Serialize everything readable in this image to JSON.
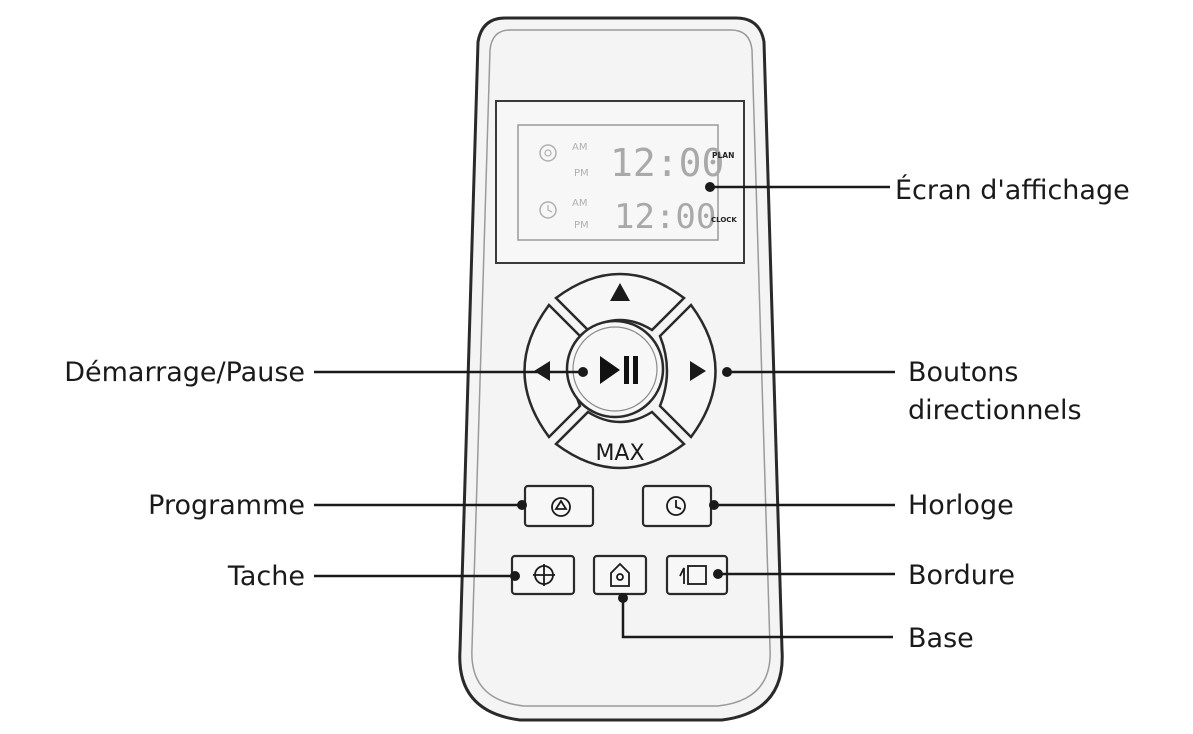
{
  "labels": {
    "display_screen": "Écran d'affichage",
    "start_pause": "Démarrage/Pause",
    "directional_line1": "Boutons",
    "directional_line2": "directionnels",
    "program": "Programme",
    "clock": "Horloge",
    "spot": "Tache",
    "edge": "Bordure",
    "base": "Base"
  },
  "lcd": {
    "plan_time": "12:00",
    "clock_time": "12:00",
    "am": "AM",
    "pm": "PM",
    "plan_tag": "PLAN",
    "clock_tag": "CLOCK"
  },
  "buttons": {
    "max_label": "MAX",
    "icons": {
      "up": "triangle-up-icon",
      "down": "max-text",
      "left": "triangle-left-icon",
      "right": "triangle-right-icon",
      "center": "play-pause-icon",
      "program": "schedule-icon",
      "clock": "clock-icon",
      "spot": "crosshair-icon",
      "home": "home-icon",
      "edge": "edge-icon"
    }
  }
}
